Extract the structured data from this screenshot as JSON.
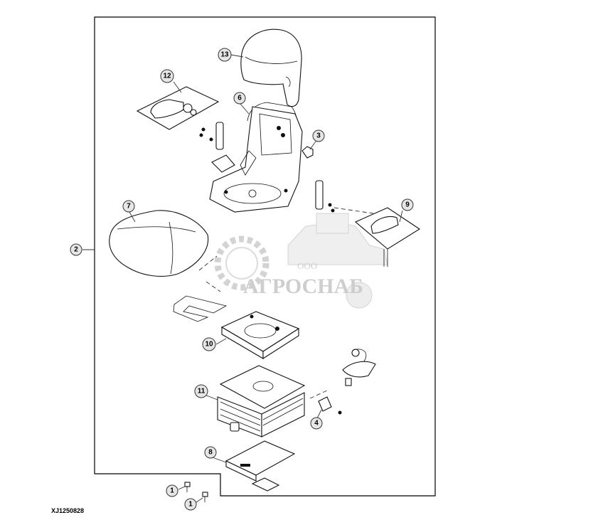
{
  "figure_id": "XJ1250828",
  "watermark": {
    "small": "ООО",
    "large": "АГРОСНАБ"
  },
  "callouts": [
    {
      "id": "callout-1a",
      "label": "1"
    },
    {
      "id": "callout-1b",
      "label": "1"
    },
    {
      "id": "callout-2",
      "label": "2"
    },
    {
      "id": "callout-3",
      "label": "3"
    },
    {
      "id": "callout-4",
      "label": "4"
    },
    {
      "id": "callout-6",
      "label": "6"
    },
    {
      "id": "callout-7",
      "label": "7"
    },
    {
      "id": "callout-8",
      "label": "8"
    },
    {
      "id": "callout-9",
      "label": "9"
    },
    {
      "id": "callout-10",
      "label": "10"
    },
    {
      "id": "callout-11",
      "label": "11"
    },
    {
      "id": "callout-12",
      "label": "12"
    },
    {
      "id": "callout-13",
      "label": "13"
    }
  ]
}
